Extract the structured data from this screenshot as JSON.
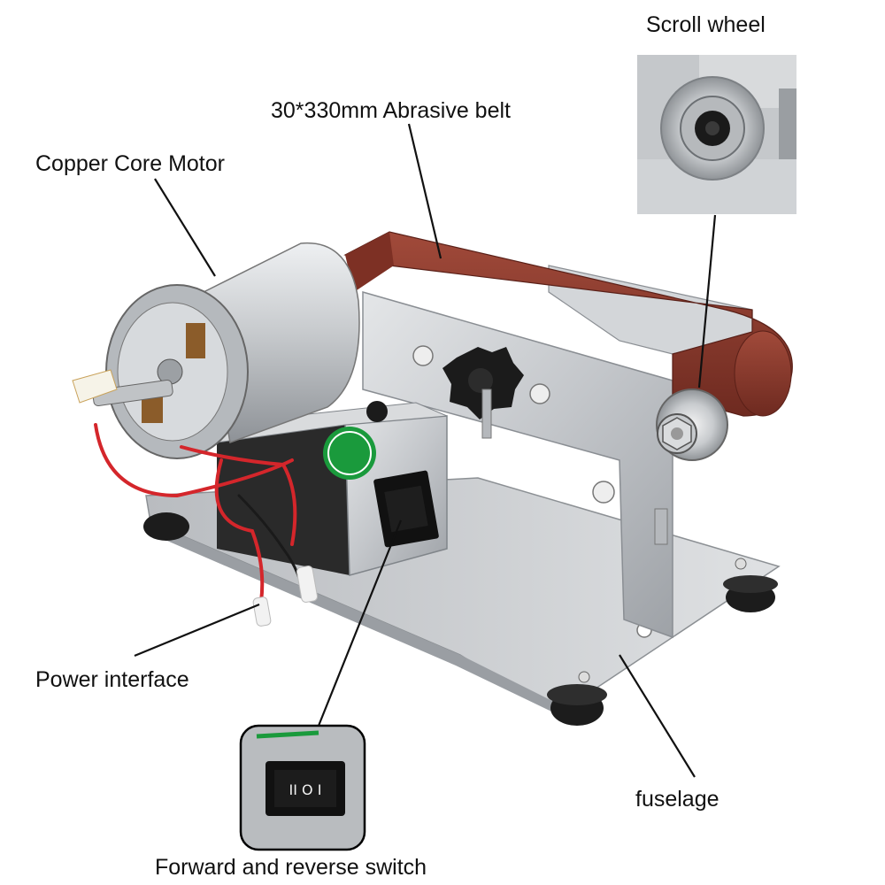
{
  "labels": {
    "scroll_wheel": "Scroll wheel",
    "abrasive_belt": "30*330mm Abrasive belt",
    "motor": "Copper Core Motor",
    "power_interface": "Power interface",
    "fuselage": "fuselage",
    "switch": "Forward and reverse switch"
  },
  "switch_symbol": "II O I",
  "colors": {
    "belt": "#8b3a2e",
    "metal": "#c9ccd0",
    "switch": "#111111",
    "sticker": "#1a9a3c",
    "wire": "#d4262b"
  }
}
